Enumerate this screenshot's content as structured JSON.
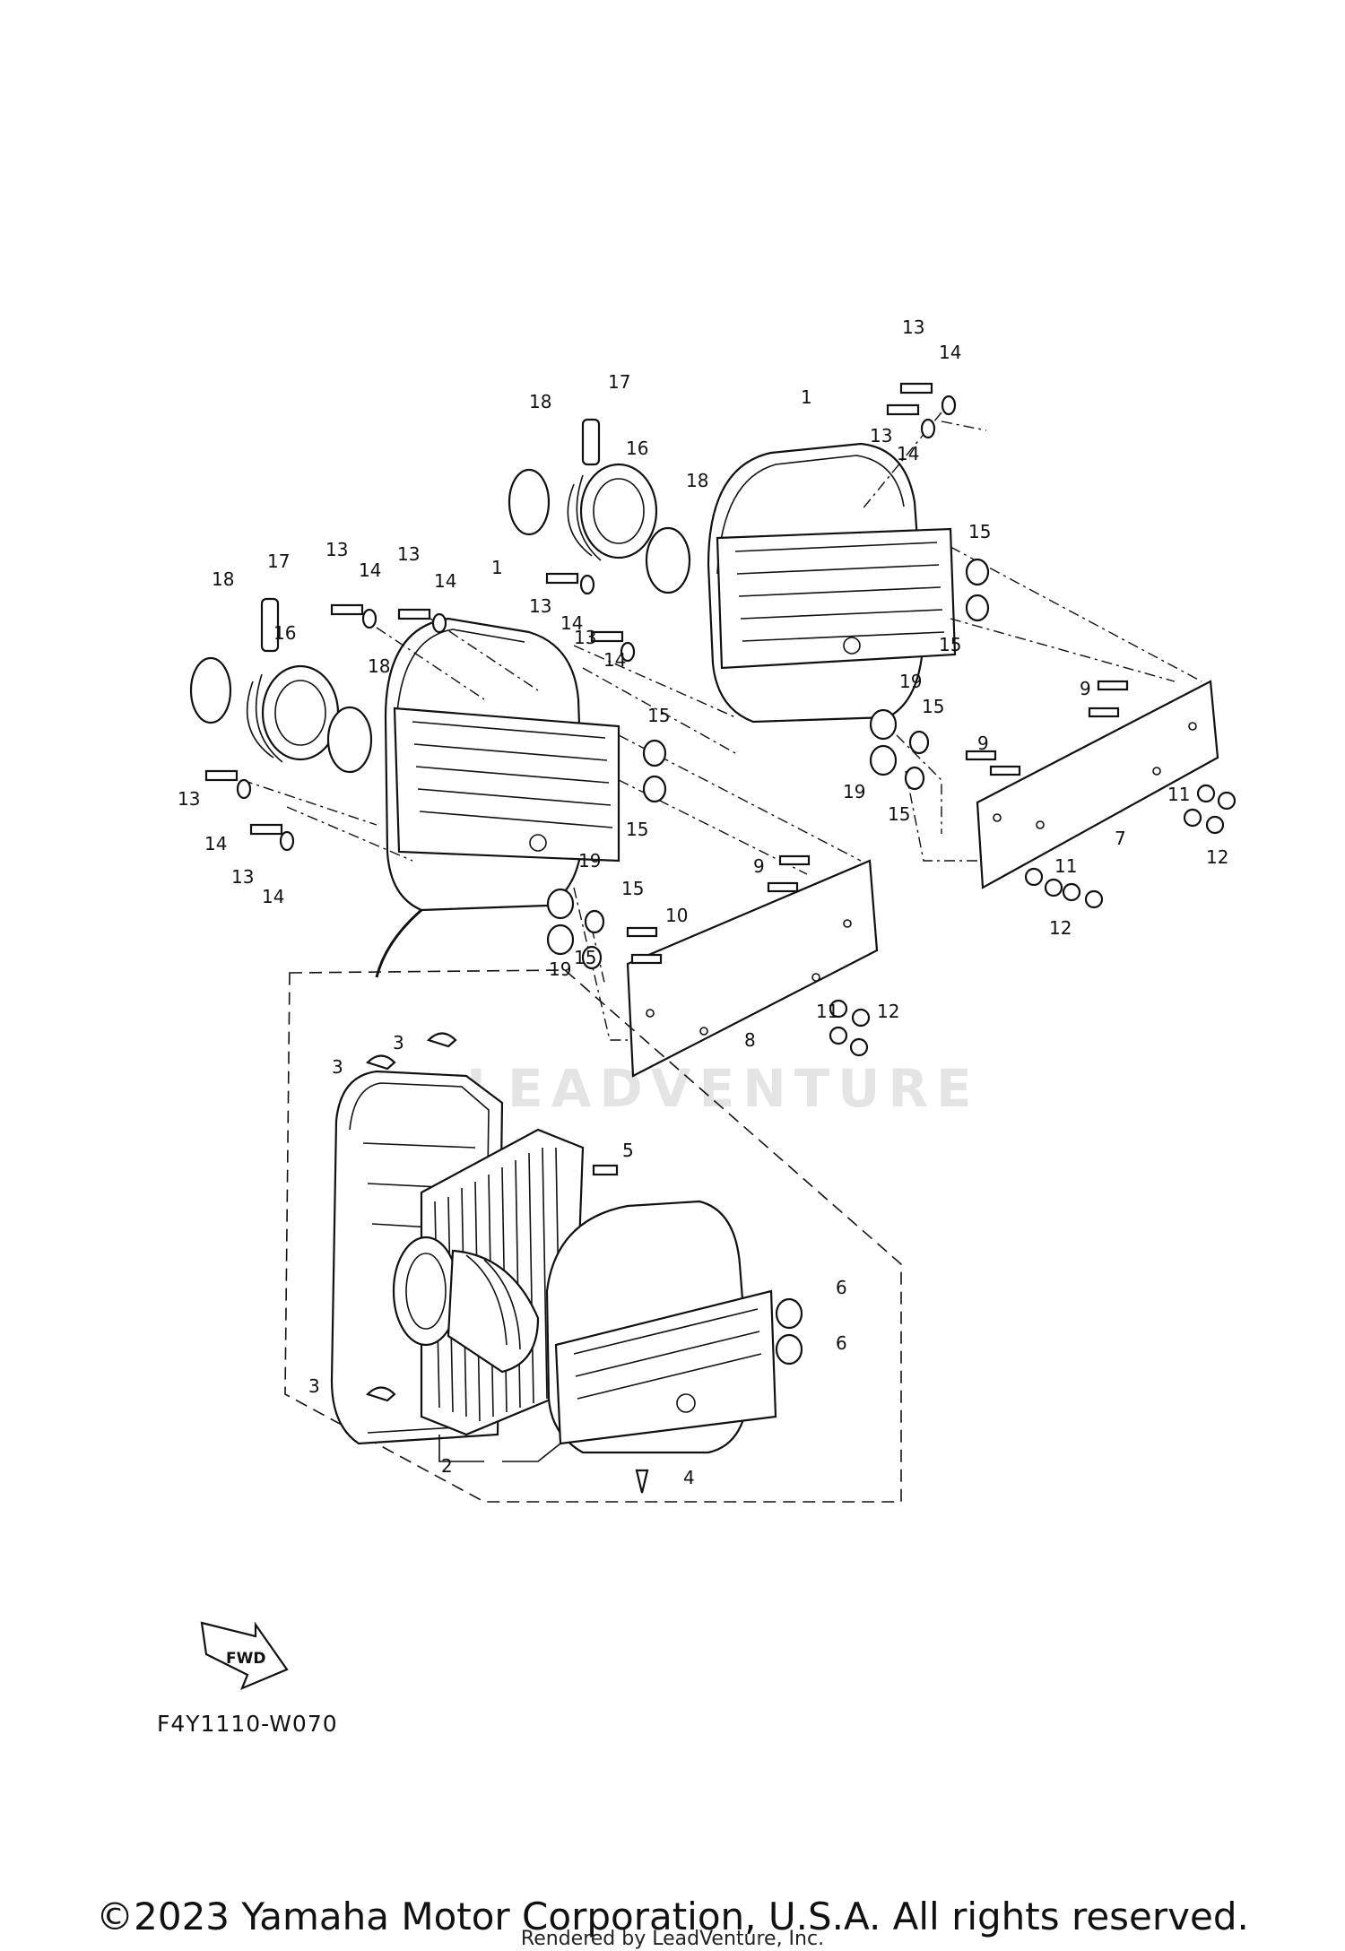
{
  "diagram": {
    "code": "F4Y1110-W070",
    "fwd_label": "FWD",
    "watermark": "LEADVENTURE",
    "copyright": "©2023 Yamaha Motor Corporation, U.S.A. All rights reserved.",
    "rendered_by": "Rendered by LeadVenture, Inc.",
    "callouts": [
      "1",
      "2",
      "3",
      "4",
      "5",
      "6",
      "7",
      "8",
      "9",
      "10",
      "11",
      "12",
      "13",
      "14",
      "15",
      "16",
      "17",
      "18",
      "19"
    ]
  }
}
